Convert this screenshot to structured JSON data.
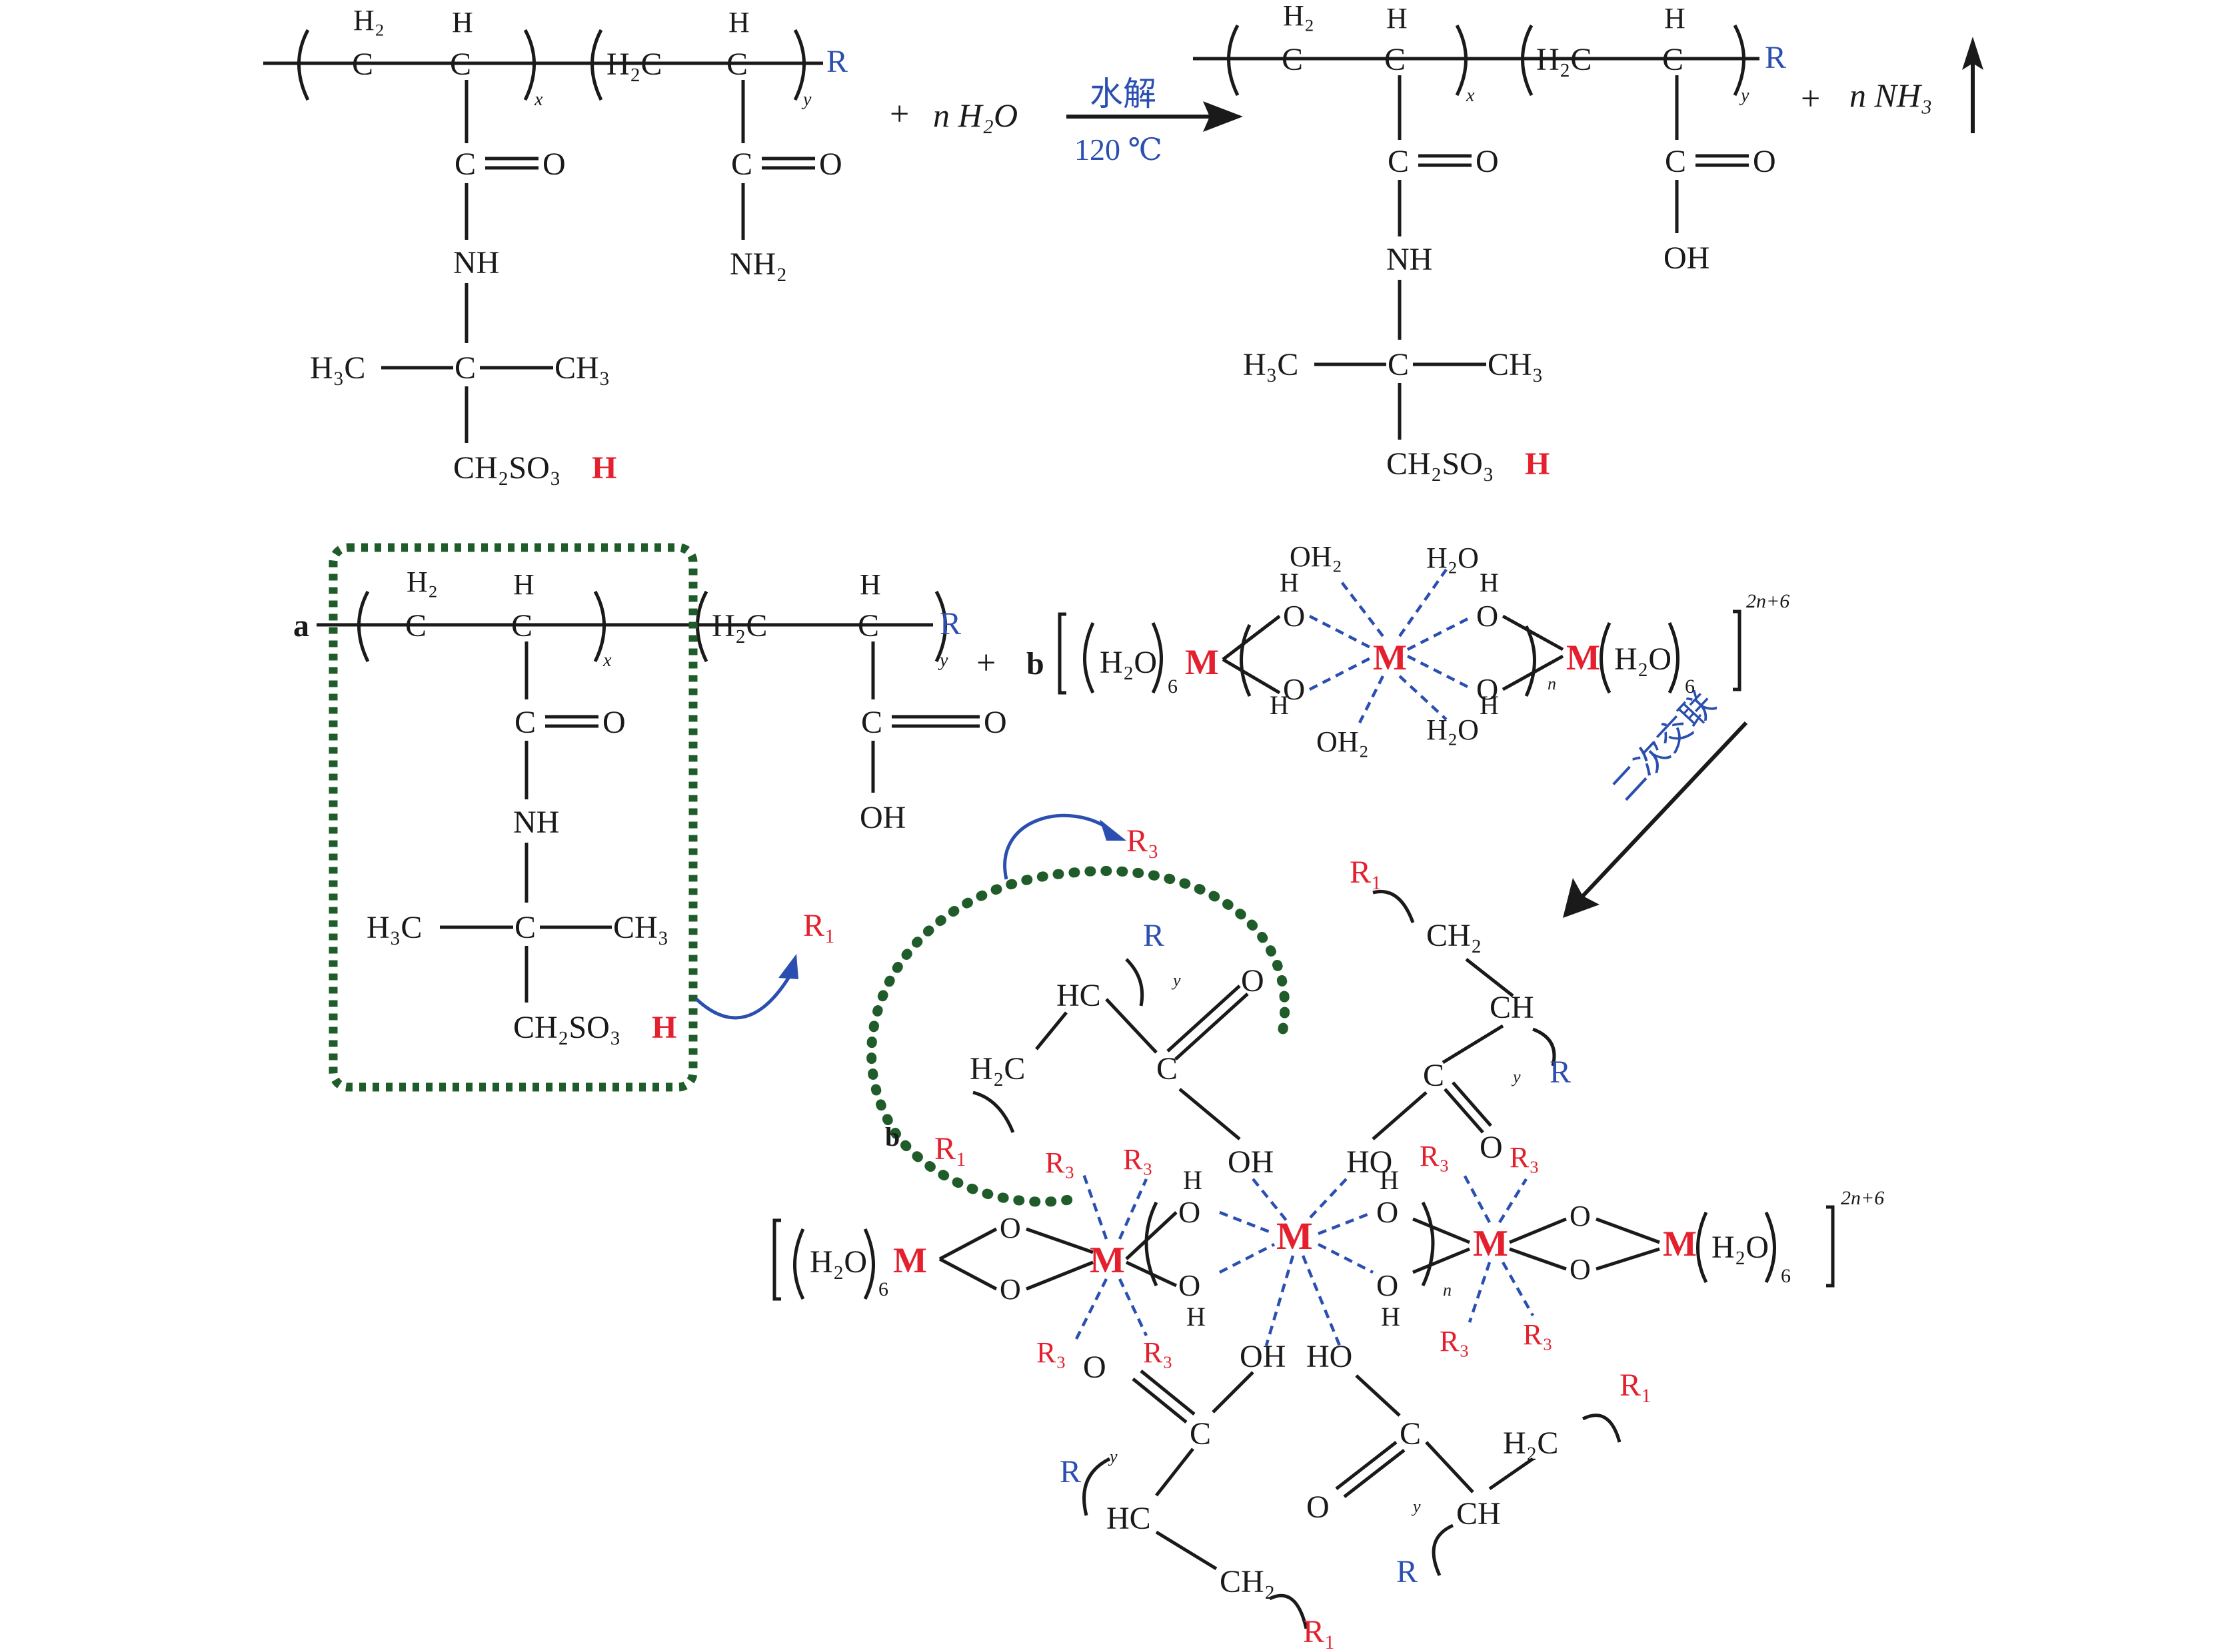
{
  "labels": {
    "H2": "H₂",
    "H": "H",
    "C": "C",
    "O": "O",
    "R": "R",
    "x": "x",
    "y": "y",
    "n": "n",
    "plus": "+",
    "n_H2O": "n H₂O",
    "n_NH3": "n NH₃",
    "H2C": "H₂C",
    "HC": "HC",
    "CH": "CH",
    "CH2": "CH₂",
    "NH": "NH",
    "NH2": "NH₂",
    "OH": "OH",
    "HO": "HO",
    "OH2": "OH₂",
    "H2O": "H₂O",
    "H3C": "H₃C",
    "CH3": "CH₃",
    "CH2SO3": "CH₂SO₃",
    "M": "M",
    "R1": "R₁",
    "R3": "R₃",
    "a": "a",
    "b": "b",
    "charge": "2n+6",
    "hydrolysis_label": "水解",
    "temperature_label": "120 ℃",
    "crosslink_label": "二次交联"
  },
  "colors": {
    "black": "#1a1a1a",
    "red": "#e4202e",
    "blue": "#2b4fb0",
    "green": "#1f5c2a"
  }
}
